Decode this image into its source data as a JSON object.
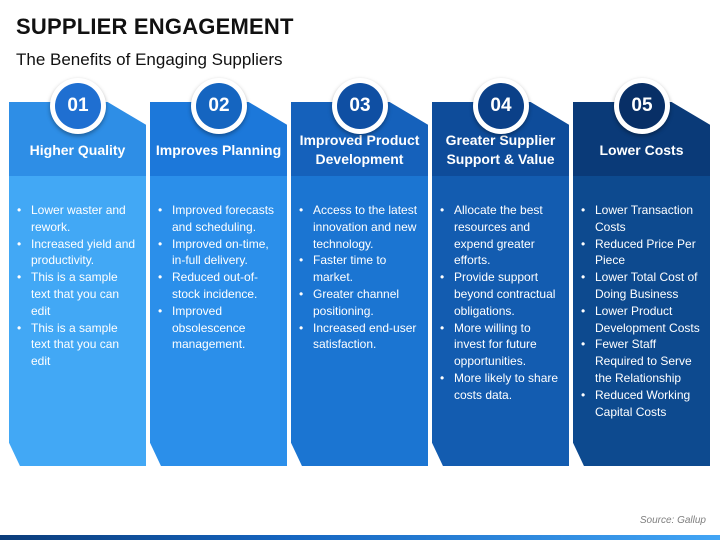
{
  "title": "SUPPLIER ENGAGEMENT",
  "subtitle": "The Benefits of Engaging Suppliers",
  "columns": [
    {
      "number": "01",
      "header": "Higher Quality",
      "color_header": "#2e8ee6",
      "color_body": "#42a8f5",
      "color_badge": "#1f6fd1",
      "bullets": [
        "Lower waster and rework.",
        "Increased yield and productivity.",
        "This is a sample text that you can edit",
        "This is a sample text that you can edit"
      ]
    },
    {
      "number": "02",
      "header": "Improves Planning",
      "color_header": "#1c78da",
      "color_body": "#2b8fea",
      "color_badge": "#1565c0",
      "bullets": [
        "Improved forecasts and scheduling.",
        "Improved on-time, in-full delivery.",
        "Reduced out-of-stock incidence.",
        "Improved obsolescence management."
      ]
    },
    {
      "number": "03",
      "header": "Improved Product Development",
      "color_header": "#1561bb",
      "color_body": "#1b75d2",
      "color_badge": "#0f4fa3",
      "bullets": [
        "Access to the latest innovation and new technology.",
        "Faster time to market.",
        "Greater channel positioning.",
        "Increased end-user satisfaction."
      ]
    },
    {
      "number": "04",
      "header": "Greater Supplier Support & Value",
      "color_header": "#0e4c9a",
      "color_body": "#135cb0",
      "color_badge": "#0b4088",
      "bullets": [
        "Allocate the best resources and expend greater efforts.",
        "Provide support beyond contractual obligations.",
        "More willing to invest for future opportunities.",
        "More likely to share costs data."
      ]
    },
    {
      "number": "05",
      "header": "Lower Costs",
      "color_header": "#0a3a78",
      "color_body": "#0d4a8f",
      "color_badge": "#082f66",
      "bullets": [
        "Lower Transaction Costs",
        "Reduced Price Per Piece",
        "Lower Total Cost of Doing Business",
        "Lower Product Development Costs",
        "Fewer Staff Required to Serve the Relationship",
        "Reduced Working Capital Costs"
      ]
    }
  ],
  "source": "Source: Gallup"
}
